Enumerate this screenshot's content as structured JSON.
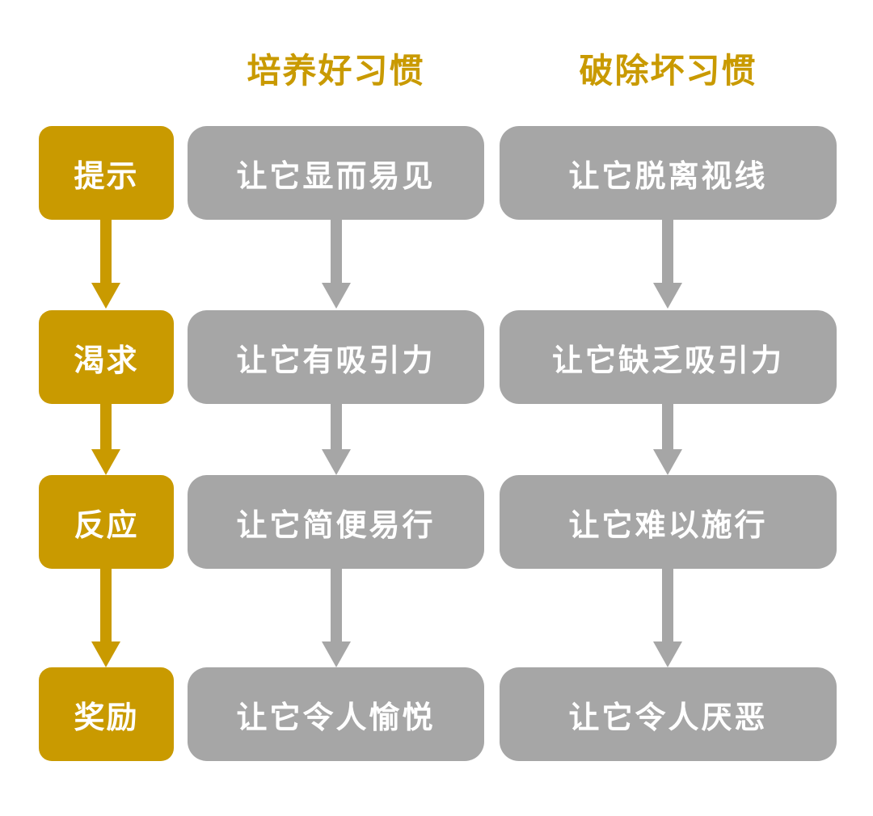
{
  "colors": {
    "gold": "#c99a00",
    "gray": "#a6a6a6",
    "text_on_box": "#ffffff"
  },
  "columns": {
    "good_habits_title": "培养好习惯",
    "bad_habits_title": "破除坏习惯"
  },
  "stages": [
    {
      "label": "提示"
    },
    {
      "label": "渴求"
    },
    {
      "label": "反应"
    },
    {
      "label": "奖励"
    }
  ],
  "good_habits": [
    {
      "label": "让它显而易见"
    },
    {
      "label": "让它有吸引力"
    },
    {
      "label": "让它简便易行"
    },
    {
      "label": "让它令人愉悦"
    }
  ],
  "bad_habits": [
    {
      "label": "让它脱离视线"
    },
    {
      "label": "让它缺乏吸引力"
    },
    {
      "label": "让它难以施行"
    },
    {
      "label": "让它令人厌恶"
    }
  ]
}
